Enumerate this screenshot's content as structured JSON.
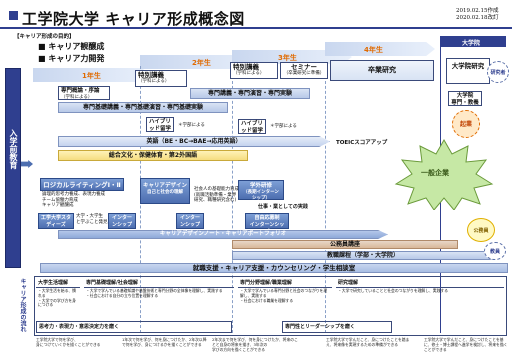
{
  "header": {
    "title": "工学院大学 キャリア形成概念図",
    "date1": "2019.02.15作成",
    "date2": "2020.02.18改訂"
  },
  "objectives": {
    "label": "【キャリア形成の目的】",
    "items": [
      "キャリア観醸成",
      "キャリア力開発"
    ]
  },
  "years": [
    {
      "label": "1年生"
    },
    {
      "label": "2年生"
    },
    {
      "label": "3年生"
    },
    {
      "label": "4年生"
    },
    {
      "label": "大学院"
    }
  ],
  "entrance": "入学前教育",
  "boxes": {
    "special1": "特別講義",
    "special1_sub": "（学科による）",
    "special2": "特別講義",
    "special2_sub": "（学科による）",
    "seminar": "セミナー",
    "seminar_sub": "（卒業研究に準備）",
    "grad_research": "卒業研究",
    "gs_research": "大学院研究",
    "gs_sub": "大学院\n専門・教養",
    "research_role": "研究者",
    "expert_basic": "専門概論・序論",
    "expert_basic_sub": "（学科による）",
    "expert_lecture": "専門基礎講義・専門基礎演習・専門基礎実験",
    "expert_main": "専門講義・専門演習・専門実験",
    "hybrid1": "ハイブリッド留学",
    "hybrid1_sub": "＊学部による",
    "hybrid2": "ハイブリッド留学",
    "hybrid2_sub": "＊学部による",
    "english": "英語（BE・BC→BAE→応用英語）",
    "toeic": "TOEICスコアアップ",
    "general": "総合文化・保健体育・第2外国語",
    "logical": "ロジカルライティングⅠ・Ⅱ",
    "logical_sub": "論理的思考力養成、表現力養成\nチーム協働力育成\nキャリア観醸成",
    "career_design": "キャリアデザイン",
    "career_design_sub": "自己と社会の理解",
    "career_design_sub2": "＊キャリア科目",
    "career_class": "学外研修",
    "career_class_sub": "（長期インターンシップ）",
    "career_note": "社会人の基礎能力育成\n(就職活動準備・業界\n研究、職種研究含む)",
    "work_roles": "仕事・業としての実践",
    "shisetsu": "自由応募制\nインターンシップ",
    "kogaku_studies": "工学大学スタディーズ",
    "kogaku_studies_sub": "大学・大学生\nと学ぶこと発見",
    "intern1": "インターンシップA",
    "intern2": "インターンシップB",
    "career_note_bar": "キャリアデザインノート・キャリアポートフォリオ",
    "koumuin": "公務員講座",
    "kyoushoku": "教職課程（学部・大学院）",
    "support": "就職支援・キャリア支援・カウンセリング・学生相談室",
    "ippan": "一般企業",
    "kigyou": "起業",
    "koumuin_role": "公務員",
    "kyouin_role": "教員"
  },
  "formation": {
    "vlabel": "キャリア形成の流れ",
    "row1": [
      {
        "head": "大学生活理解",
        "text": "・大学生活を始る、慣れる\n・大学での学び方を身につける"
      },
      {
        "head": "専門基礎理解/社会理解",
        "text": "・大学で学んでいる基礎知識や基盤技術と専門分野の全体像を理解し、実践する\n・社会における自分の立ち位置を理解する"
      },
      {
        "head": "専門分野理解/職業理解",
        "text": "・大学で学んでいる専門分野と社会のつながりを理解し、実践する\n・社会における職業を理解する"
      },
      {
        "head": "研究理解",
        "text": "・大学で研究していることと社会のつながりを理解し、実践する"
      }
    ],
    "row2": [
      {
        "head": "思考力・表現力・意思決定力を磨く"
      },
      {
        "head": "専門性とリーダーシップを磨く"
      }
    ]
  },
  "footer": [
    "工学院大学で何を学び、\n身につけていくかを描くことができる",
    "1年次で何を学び、何を身につけたか、2年次以降で何を学び、身につけるかを描くことができる",
    "2年次まで何を学び、何を身につけたか、将来のことと自身の将来を描き、3年次の\n学びの方向を描くことができる",
    "工学院大学で学んだこと、身につけたことを踏まえ、将来像を実現するための準備ができる",
    "工学院大学で学んだこと、身につけたことを基に、修士・博士課程へ進学を検討し、将来を描くことができる"
  ],
  "colors": {
    "primary": "#2f3f8f",
    "accent": "#e06a00",
    "light": "#d9e3f4"
  }
}
